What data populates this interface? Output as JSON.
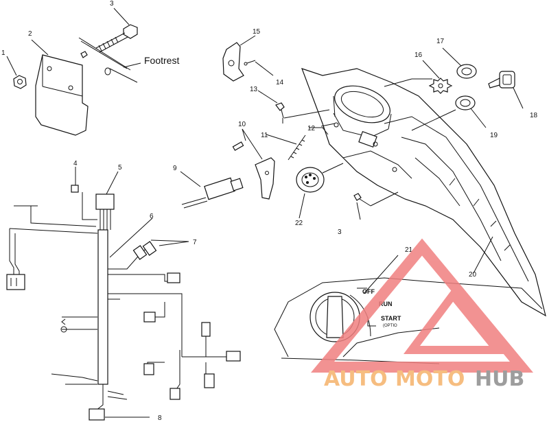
{
  "callouts": [
    "1",
    "2",
    "3",
    "4",
    "5",
    "6",
    "7",
    "8",
    "9",
    "10",
    "11",
    "12",
    "13",
    "14",
    "15",
    "16",
    "17",
    "18",
    "19",
    "20",
    "21",
    "22",
    "3"
  ],
  "footrest_label": "Footrest",
  "switch_labels": {
    "off": "OFF",
    "run": "RUN",
    "start": "START",
    "start_sub": "(OPTIO"
  },
  "watermark": {
    "part1": "AUTO",
    "part2": "MOTO",
    "part3": "HUB"
  },
  "colors": {
    "line": "#111111",
    "watermark_red": "#f08080",
    "watermark_orange": "#f5b26b",
    "watermark_gray": "#8c8c8c"
  }
}
